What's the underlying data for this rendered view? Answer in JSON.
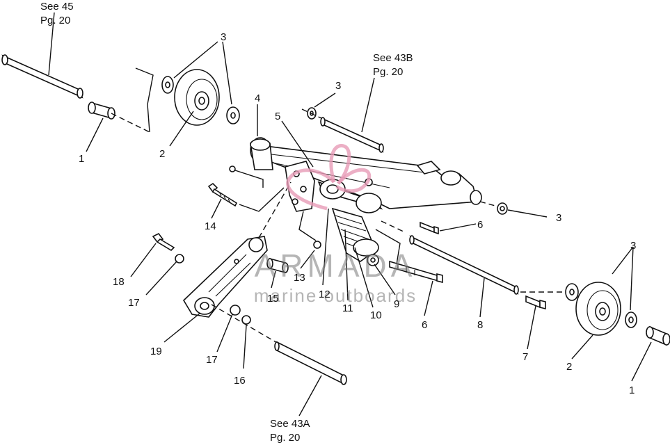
{
  "references": {
    "see45": {
      "line1": "See 45",
      "line2": "Pg. 20"
    },
    "see43b": {
      "line1": "See 43B",
      "line2": "Pg. 20"
    },
    "see43a": {
      "line1": "See 43A",
      "line2": "Pg. 20"
    }
  },
  "callouts": [
    {
      "key": "c1a",
      "text": "1"
    },
    {
      "key": "c2a",
      "text": "2"
    },
    {
      "key": "c3a",
      "text": "3"
    },
    {
      "key": "c3b",
      "text": "3"
    },
    {
      "key": "c4",
      "text": "4"
    },
    {
      "key": "c5",
      "text": "5"
    },
    {
      "key": "c3c",
      "text": "3"
    },
    {
      "key": "c6a",
      "text": "6"
    },
    {
      "key": "c3d",
      "text": "3"
    },
    {
      "key": "c14",
      "text": "14"
    },
    {
      "key": "c13",
      "text": "13"
    },
    {
      "key": "c12",
      "text": "12"
    },
    {
      "key": "c11",
      "text": "11"
    },
    {
      "key": "c10",
      "text": "10"
    },
    {
      "key": "c9",
      "text": "9"
    },
    {
      "key": "c6b",
      "text": "6"
    },
    {
      "key": "c8",
      "text": "8"
    },
    {
      "key": "c7",
      "text": "7"
    },
    {
      "key": "c2b",
      "text": "2"
    },
    {
      "key": "c1b",
      "text": "1"
    },
    {
      "key": "c15",
      "text": "15"
    },
    {
      "key": "c18",
      "text": "18"
    },
    {
      "key": "c17a",
      "text": "17"
    },
    {
      "key": "c19",
      "text": "19"
    },
    {
      "key": "c17b",
      "text": "17"
    },
    {
      "key": "c16",
      "text": "16"
    }
  ],
  "watermark": {
    "brand": "ARMADA",
    "tagline": "marine outboards"
  }
}
